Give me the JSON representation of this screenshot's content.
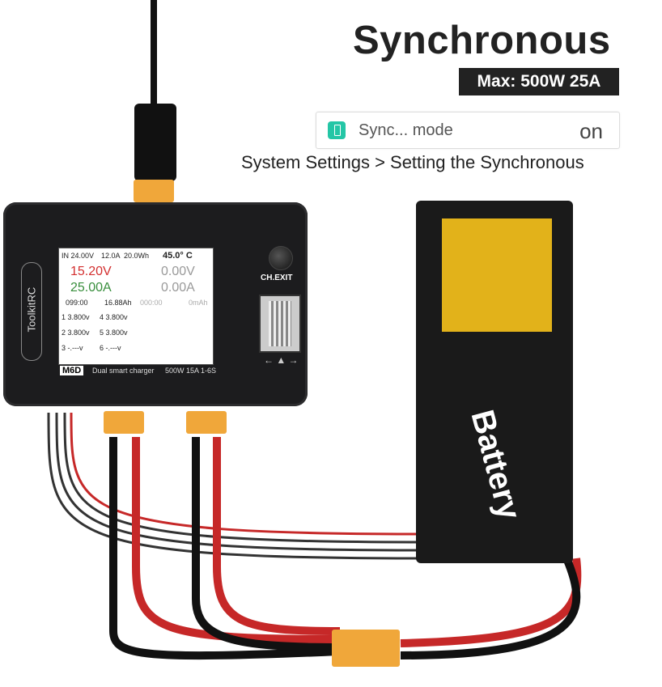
{
  "header": {
    "title": "Synchronous",
    "badge": "Max: 500W 25A"
  },
  "setting": {
    "label": "Sync... mode",
    "value": "on",
    "path": "System Settings  > Setting the Synchronous"
  },
  "charger": {
    "brand": "ToolkitRC",
    "ch_exit": "CH.EXIT",
    "model": "M6D",
    "description": "Dual smart charger",
    "spec": "500W 15A 1-6S",
    "screen": {
      "input_v": "IN 24.00V",
      "input_a": "12.0A",
      "input_wh": "20.0Wh",
      "temp": "45.0° C",
      "ch1_voltage": "15.20V",
      "ch1_current": "25.00A",
      "ch1_time": "099:00",
      "ch1_capacity": "16.88Ah",
      "ch2_voltage": "0.00V",
      "ch2_current": "0.00A",
      "ch2_time": "000:00",
      "ch2_capacity": "0mAh",
      "cells": [
        "1 3.800v",
        "4 3.800v",
        "2 3.800v",
        "5 3.800v",
        "3 -.---v",
        "6 -.---v"
      ]
    }
  },
  "battery": {
    "label": "Battery"
  },
  "colors": {
    "accent": "#24c6a6",
    "connector": "#f0a73a",
    "battery_yellow": "#e2b21a"
  }
}
